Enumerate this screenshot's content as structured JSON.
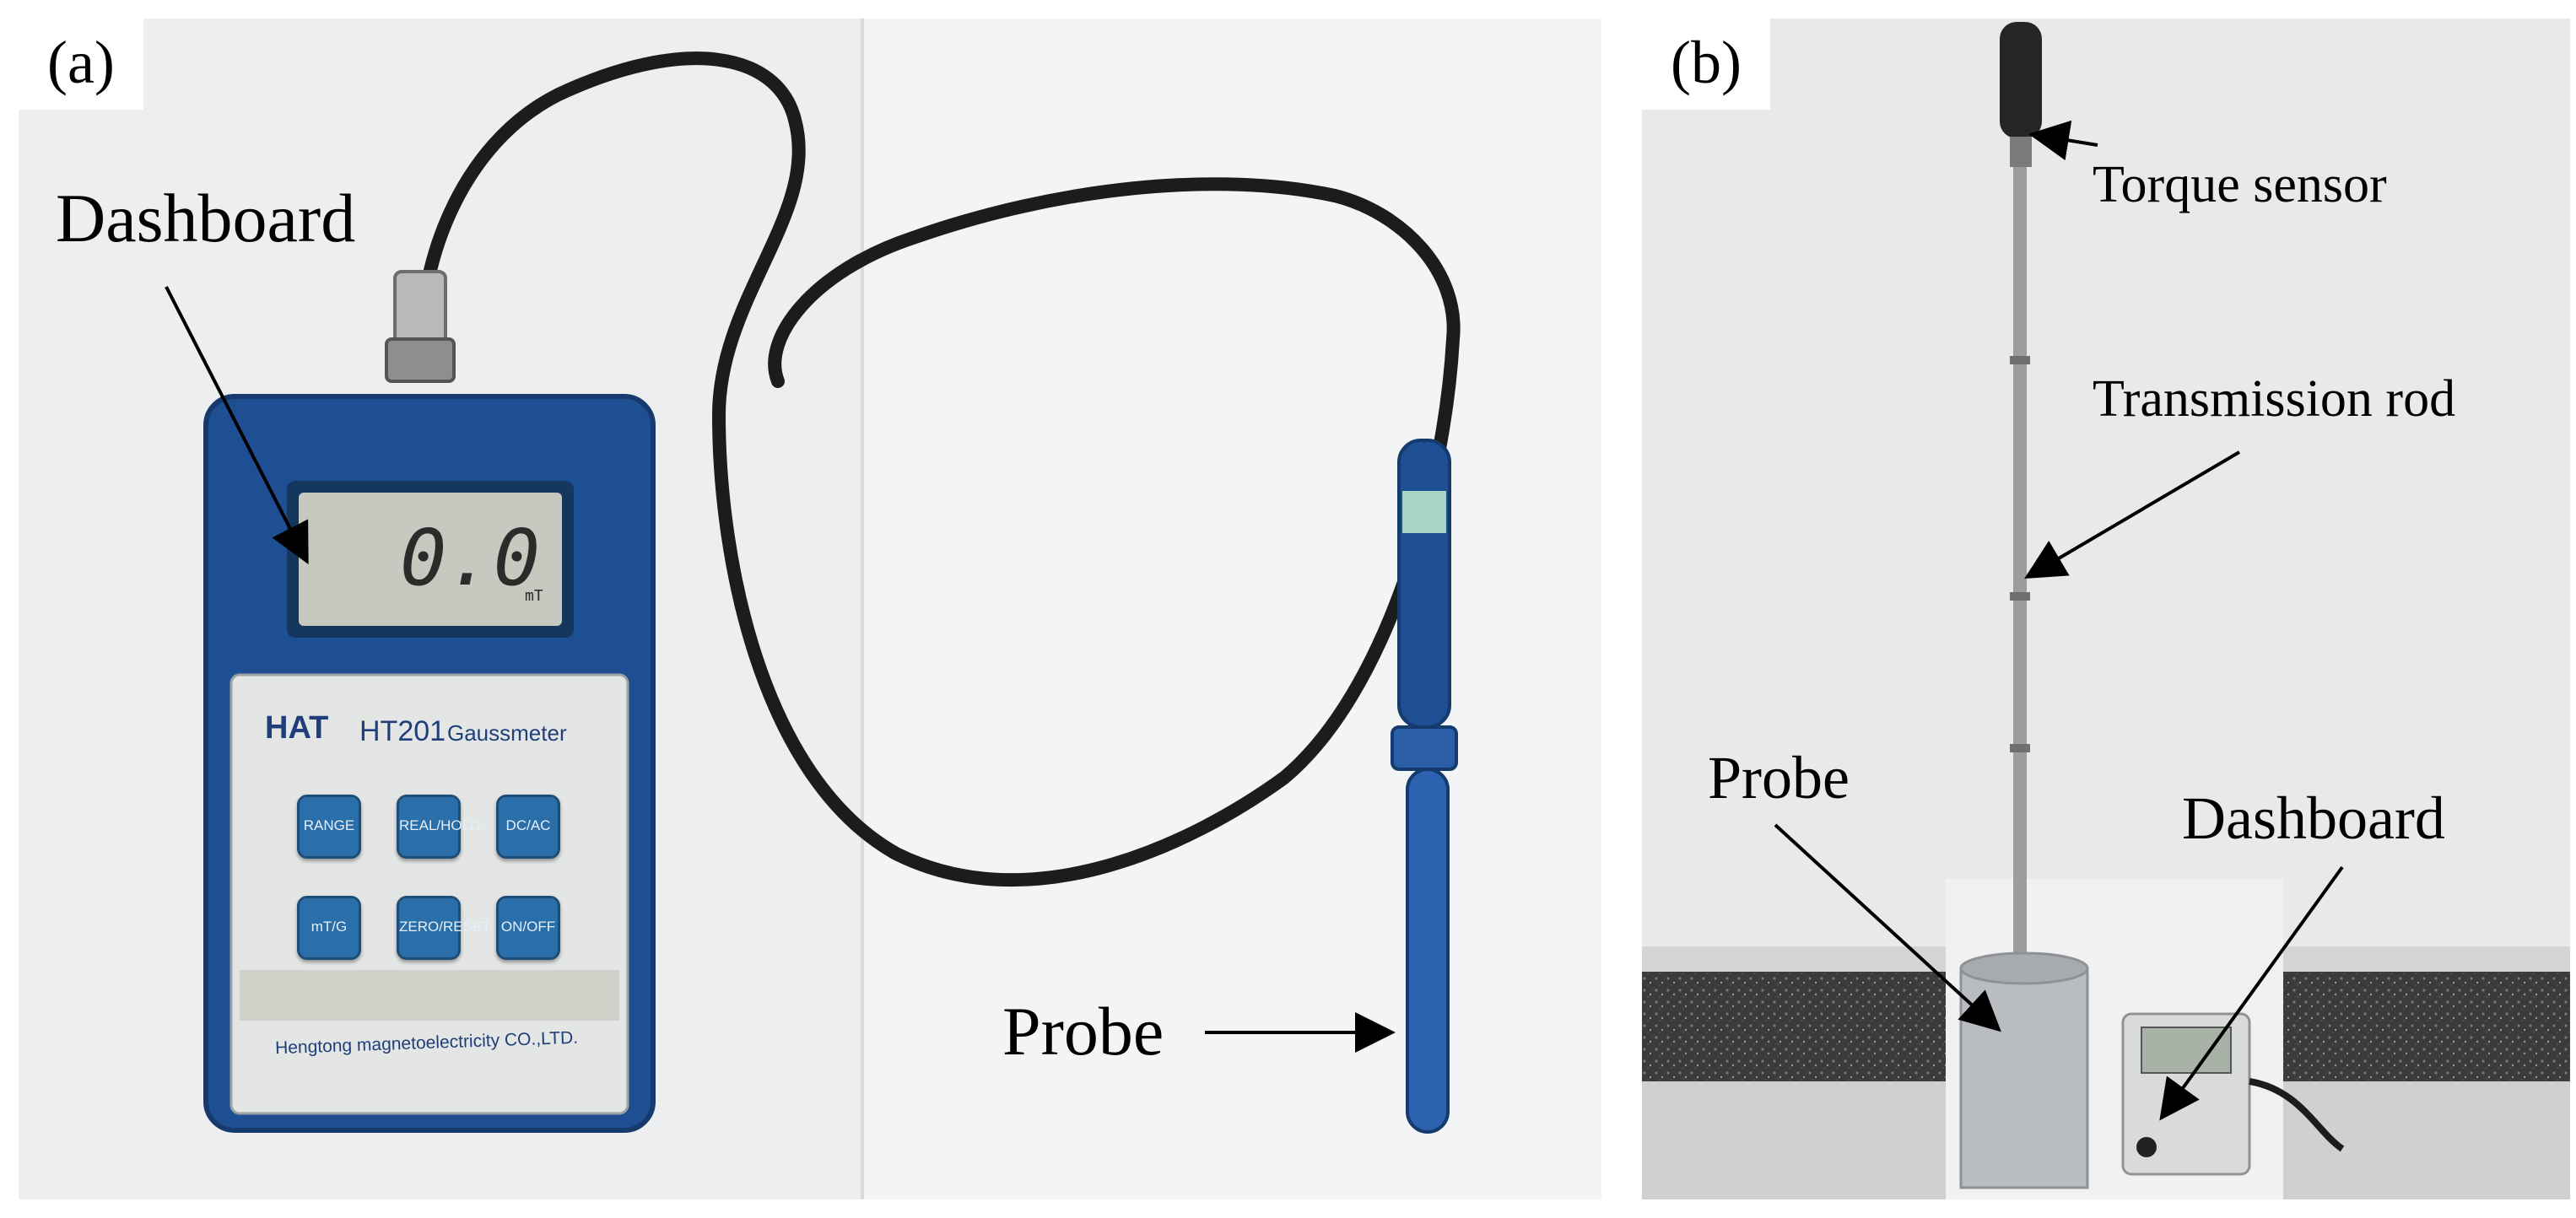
{
  "panel_a": {
    "tag": "(a)",
    "labels": {
      "dashboard": "Dashboard",
      "probe": "Probe"
    },
    "device": {
      "reading": "0.0",
      "unit": "mT",
      "logo": "HAT",
      "model": "HT201",
      "name": "Gaussmeter",
      "maker": "Hengtong magnetoelectricity CO.,LTD.",
      "keys": [
        "RANGE",
        "REAL/HOLD",
        "DC/AC",
        "mT/G",
        "ZERO/RESET",
        "ON/OFF"
      ]
    }
  },
  "panel_b": {
    "tag": "(b)",
    "labels": {
      "torque_sensor": "Torque sensor",
      "transmission_rod": "Transmission rod",
      "probe": "Probe",
      "dashboard": "Dashboard"
    }
  },
  "colors": {
    "device_blue": "#1f4f93",
    "key_blue": "#2a6fa9",
    "cable": "#1c1c1c",
    "wall": "#e9eaec",
    "granite": "#3a3a3a"
  }
}
